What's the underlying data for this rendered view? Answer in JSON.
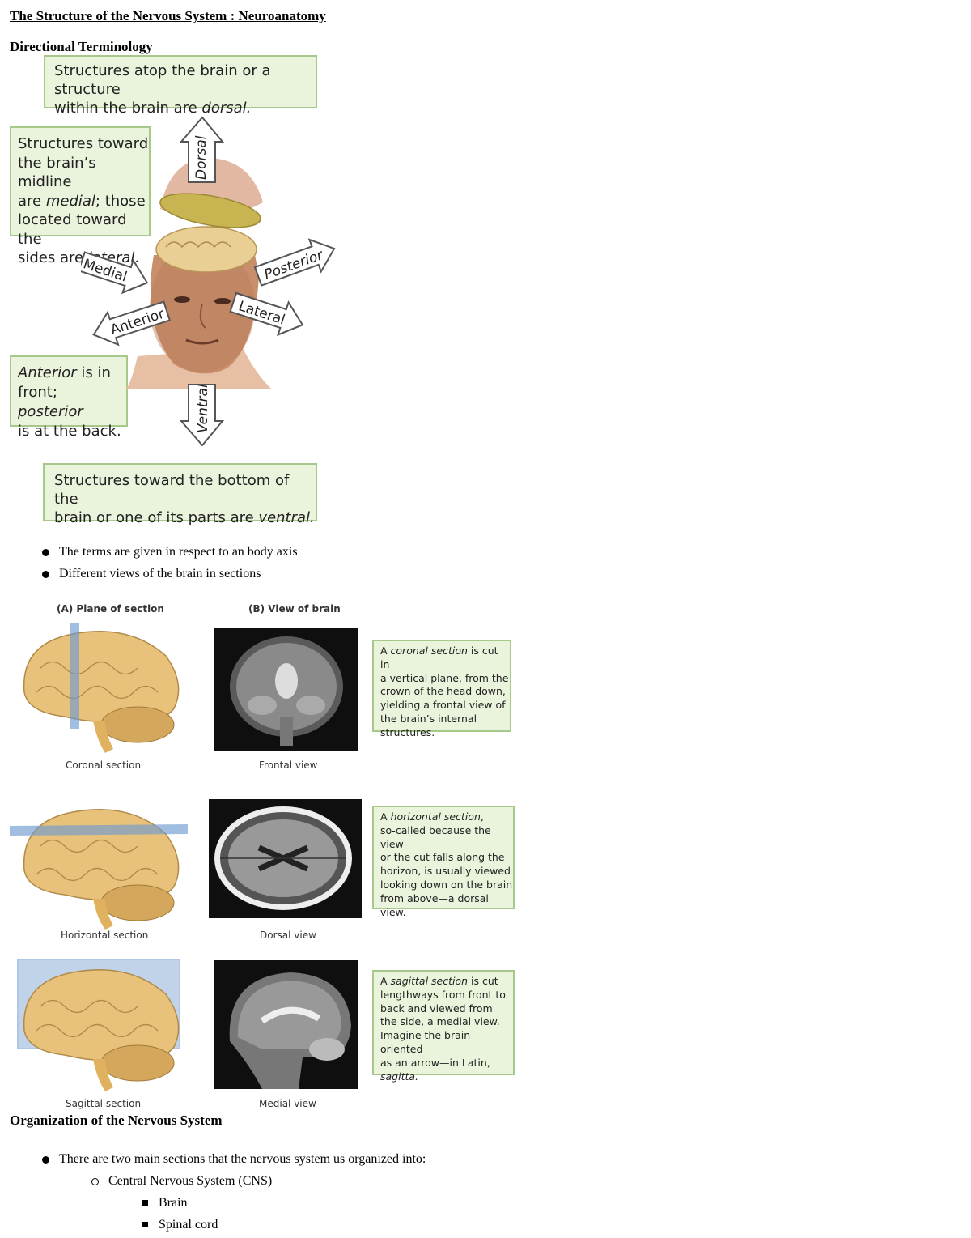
{
  "title": "The Structure of the Nervous System : Neuroanatomy",
  "section1": {
    "heading": "Directional Terminology",
    "figure": {
      "box_top": {
        "line1": "Structures atop the brain or a structure",
        "line2_pre": "within the brain are ",
        "line2_em": "dorsal."
      },
      "box_medial": {
        "l1": "Structures toward",
        "l2": "the brain’s midline",
        "l3_pre": "are ",
        "l3_em": "medial",
        "l3_post": "; those",
        "l4": "located toward the",
        "l5_pre": "sides are ",
        "l5_em": "lateral",
        "l5_post": "."
      },
      "box_anterior": {
        "l1_em": "Anterior",
        "l1_post": " is in",
        "l2_pre": "front; ",
        "l2_em": "posterior",
        "l3": "is at the back."
      },
      "box_bottom": {
        "line1": "Structures toward the bottom of the",
        "line2_pre": "brain or one of its parts are ",
        "line2_em": "ventral."
      },
      "arrows": {
        "dorsal": "Dorsal",
        "ventral": "Ventral",
        "medial": "Medial",
        "anterior": "Anterior",
        "posterior": "Posterior",
        "lateral": "Lateral"
      }
    },
    "bullets": [
      "The terms are given in respect to an body axis",
      "Different views of the brain in sections"
    ]
  },
  "sections_figure": {
    "col_a": "(A) Plane of section",
    "col_b": "(B) View of brain",
    "rows": [
      {
        "left_caption": "Coronal section",
        "right_caption": "Frontal view",
        "desc_pre": "A ",
        "desc_em": "coronal section",
        "desc_lines": [
          " is cut in",
          "a vertical plane, from the",
          "crown of the head down,",
          "yielding a frontal view of",
          "the brain’s internal",
          "structures."
        ]
      },
      {
        "left_caption": "Horizontal section",
        "right_caption": "Dorsal view",
        "desc_pre": "A ",
        "desc_em": "horizontal section",
        "desc_lines": [
          ",",
          "so-called because the view",
          "or the cut falls along the",
          "horizon, is usually viewed",
          "looking down on the brain",
          "from above—a dorsal",
          "view."
        ]
      },
      {
        "left_caption": "Sagittal section",
        "right_caption": "Medial view",
        "desc_pre": "A ",
        "desc_em": "sagittal section",
        "desc_lines": [
          " is cut",
          "lengthways from front to",
          "back and viewed from",
          "the side, a medial view.",
          "Imagine the brain oriented",
          "as an arrow—in Latin,"
        ],
        "desc_last_em": "sagitta."
      }
    ]
  },
  "section2": {
    "heading": "Organization of the Nervous System",
    "bullet": "There are two main sections that the nervous system us organized into:",
    "sub": "Central Nervous System (CNS)",
    "subsub": [
      "Brain",
      "Spinal cord"
    ]
  }
}
